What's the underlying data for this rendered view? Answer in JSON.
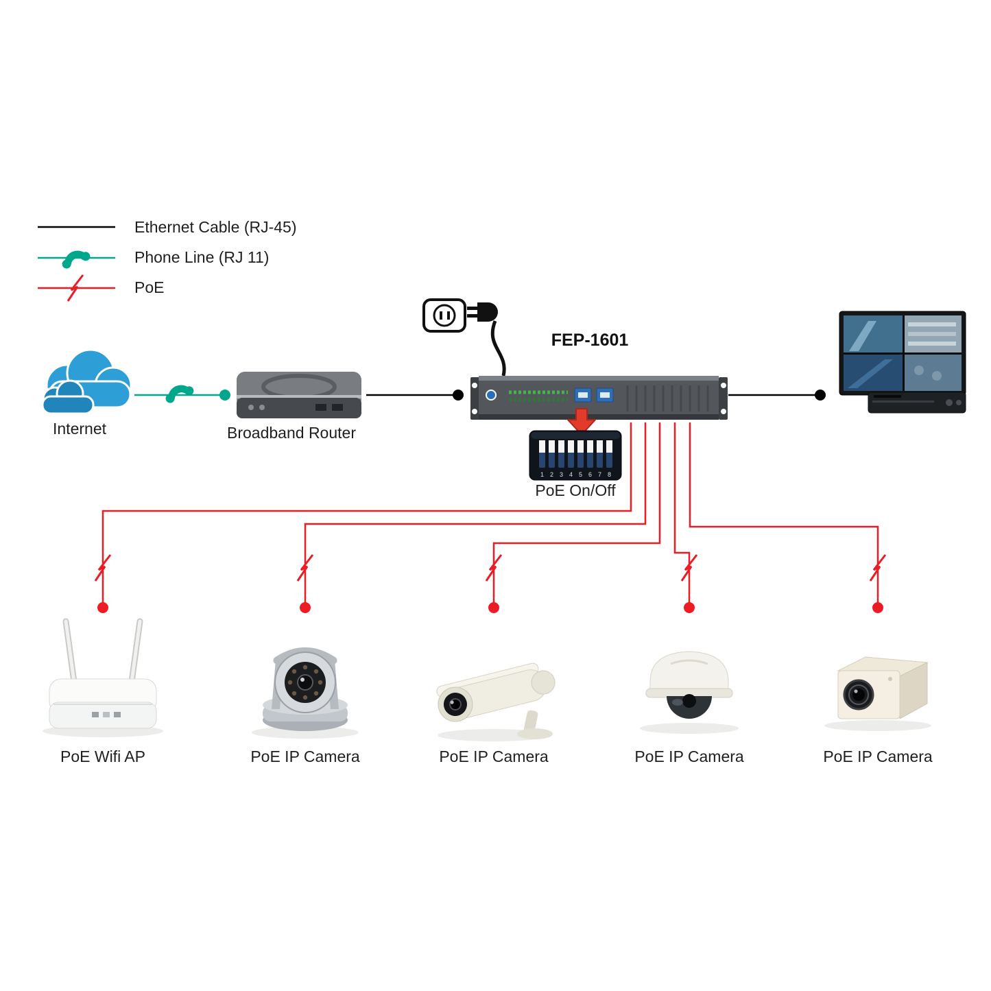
{
  "legend": {
    "items": [
      {
        "id": "ethernet",
        "label": "Ethernet Cable (RJ-45)"
      },
      {
        "id": "phone",
        "label": "Phone Line (RJ 11)"
      },
      {
        "id": "poe",
        "label": "PoE"
      }
    ]
  },
  "nodes": {
    "internet": {
      "label": "Internet"
    },
    "router": {
      "label": "Broadband Router"
    },
    "switch": {
      "label": "FEP-1601"
    },
    "dip": {
      "label": "PoE On/Off",
      "numbers": [
        "1",
        "2",
        "3",
        "4",
        "5",
        "6",
        "7",
        "8"
      ]
    }
  },
  "devices": [
    {
      "label": "PoE Wifi AP"
    },
    {
      "label": "PoE IP Camera"
    },
    {
      "label": "PoE IP Camera"
    },
    {
      "label": "PoE IP Camera"
    },
    {
      "label": "PoE IP Camera"
    }
  ],
  "colors": {
    "ethernet": "#000000",
    "phone": "#00A78B",
    "poe": "#EC1C24",
    "cloud_blue": "#2E9FD6",
    "cloud_blue_dark": "#1F85BB",
    "arrow_red": "#E23A2B"
  }
}
